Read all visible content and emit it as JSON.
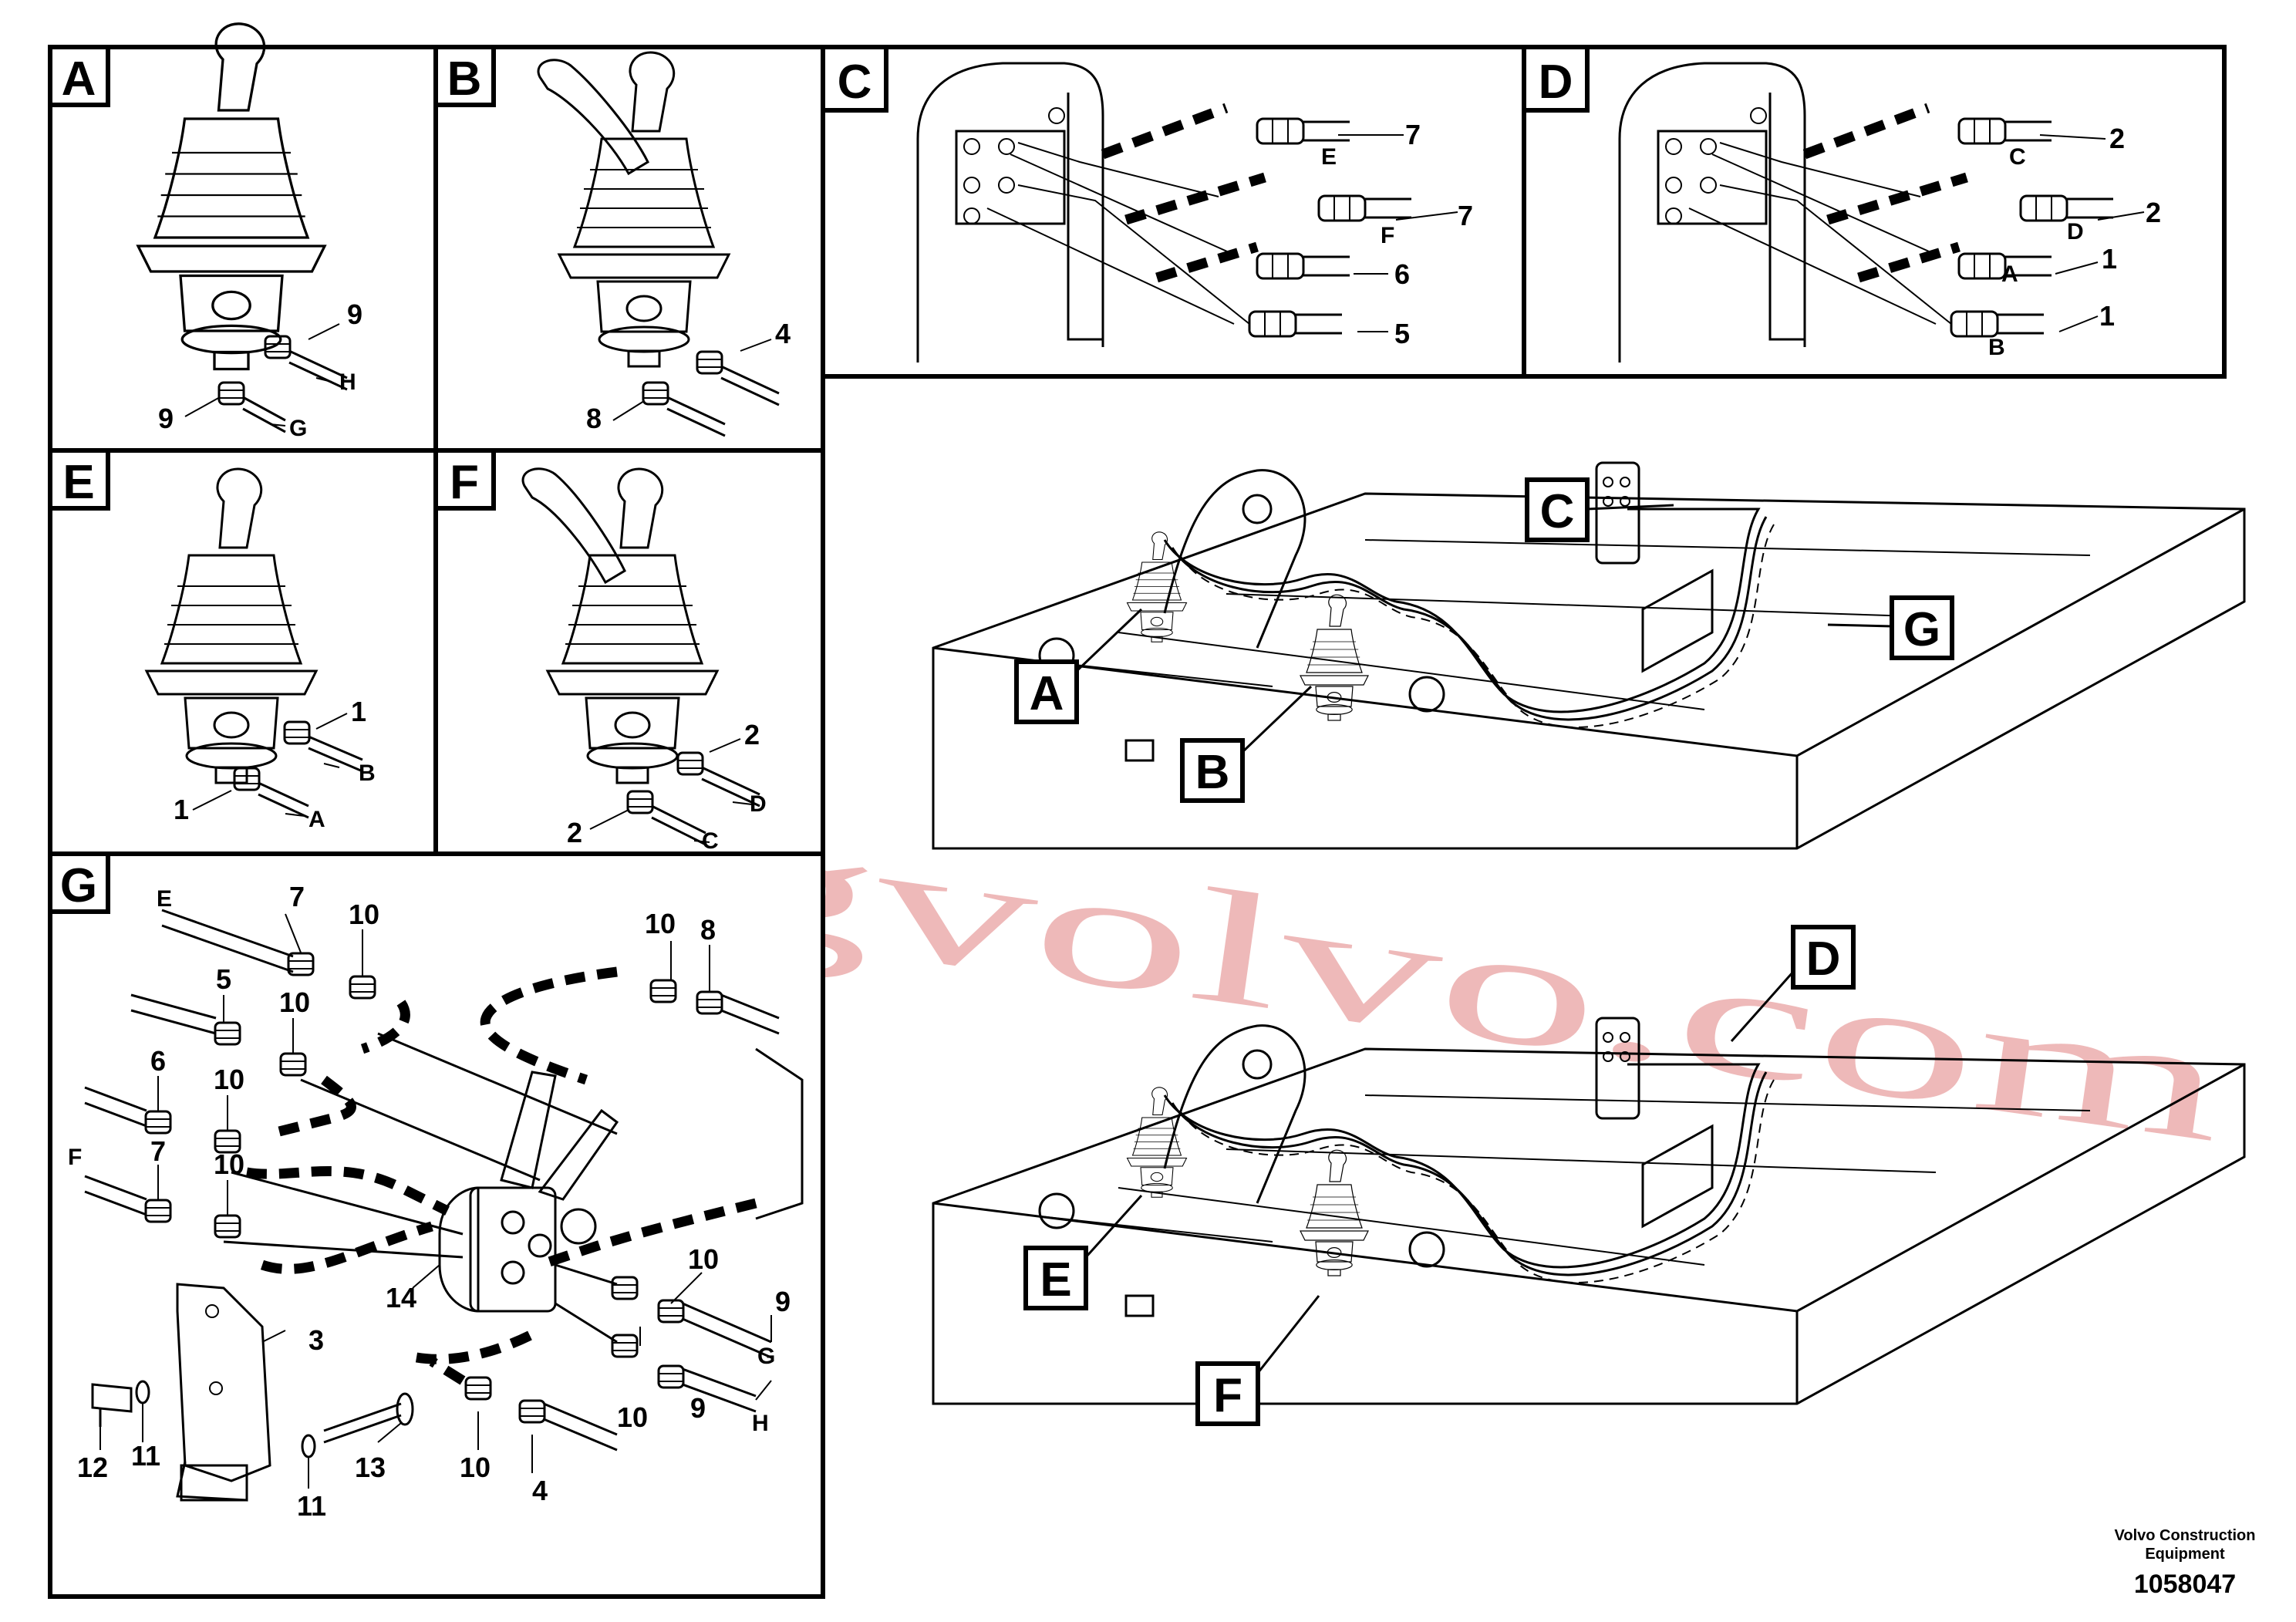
{
  "panels": [
    {
      "letter": "A",
      "callouts": [
        "9",
        "H",
        "9",
        "G"
      ]
    },
    {
      "letter": "B",
      "callouts": [
        "4",
        "8"
      ]
    },
    {
      "letter": "C",
      "callouts": [
        "E",
        "7",
        "F",
        "7",
        "6",
        "5"
      ]
    },
    {
      "letter": "D",
      "callouts": [
        "C",
        "2",
        "D",
        "2",
        "A",
        "1",
        "B",
        "1"
      ]
    },
    {
      "letter": "E",
      "callouts": [
        "1",
        "B",
        "1",
        "A"
      ]
    },
    {
      "letter": "F",
      "callouts": [
        "2",
        "D",
        "2",
        "C"
      ]
    },
    {
      "letter": "G",
      "callouts": [
        "E",
        "7",
        "10",
        "10",
        "8",
        "5",
        "10",
        "6",
        "10",
        "F",
        "7",
        "10",
        "10",
        "9",
        "G",
        "14",
        "3",
        "10",
        "9",
        "H",
        "12",
        "11",
        "11",
        "13",
        "10",
        "4"
      ]
    }
  ],
  "overview_labels": [
    "C",
    "G",
    "A",
    "B",
    "D",
    "E",
    "F"
  ],
  "watermark": "strongvolvo.com",
  "footer": {
    "line1": "Volvo Construction",
    "line2": "Equipment",
    "code": "1058047"
  }
}
